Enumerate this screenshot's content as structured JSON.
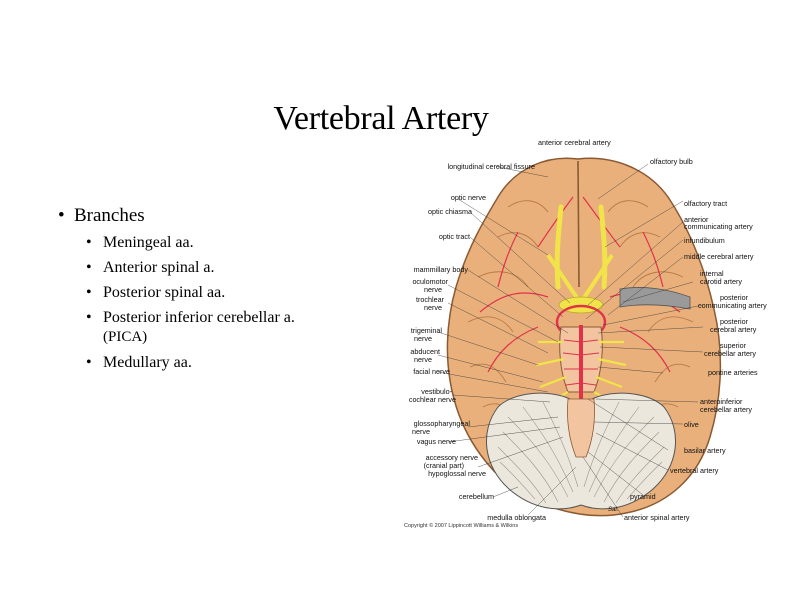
{
  "slide": {
    "title": "Vertebral Artery",
    "bullets": {
      "main": "Branches",
      "sub": [
        "Meningeal aa.",
        "Anterior spinal a.",
        "Posterior spinal aa.",
        "Posterior inferior cerebellar a."
      ],
      "sub_continuation": "(PICA)",
      "sub_last": "Medullary aa."
    },
    "bullet_glyph": "•"
  },
  "figure": {
    "labels_top": [
      "anterior cerebral artery"
    ],
    "labels_left": [
      "longitudinal cerebral fissure",
      "optic nerve",
      "optic chiasma",
      "optic tract",
      "mammillary body",
      "oculomotor",
      "nerve",
      "trochlear",
      "nerve",
      "trigeminal",
      "nerve",
      "abducent",
      "nerve",
      "facial nerve",
      "vestibulo-",
      "cochlear nerve",
      "glossopharyngeal",
      "nerve",
      "vagus nerve",
      "accessory nerve",
      "(cranial part)",
      "hypoglossal nerve",
      "cerebellum",
      "medulla oblongata"
    ],
    "labels_right": [
      "olfactory bulb",
      "olfactory tract",
      "anterior",
      "communicating artery",
      "infundibulum",
      "middle cerebral artery",
      "internal",
      "carotid artery",
      "posterior",
      "communicating artery",
      "posterior",
      "cerebral artery",
      "superior",
      "cerebellar artery",
      "pontine arteries",
      "anteroinferior",
      "cerebellar artery",
      "olive",
      "basilar artery",
      "vertebral artery",
      "pyramid",
      "anterior spinal artery"
    ],
    "signature": "Sal.",
    "copyright": "Copyright © 2007 Lippincott Williams & Wilkins",
    "colors": {
      "brain_fill": "#e9b07c",
      "brain_edge": "#8a5a33",
      "artery": "#e0334a",
      "nerve": "#f1e34a",
      "cerebellum": "#ece7dd"
    }
  }
}
